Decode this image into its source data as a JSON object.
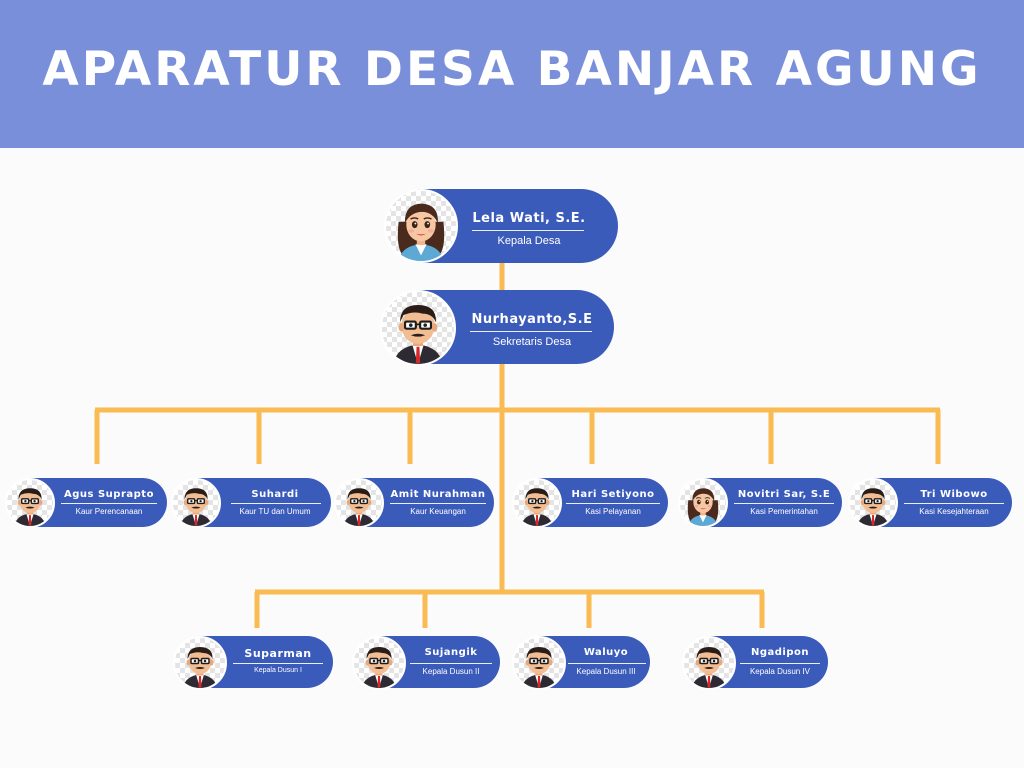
{
  "header": {
    "title": "APARATUR DESA BANJAR AGUNG"
  },
  "colors": {
    "header_bg": "#7a8fda",
    "pill": "#3b5bbb",
    "connector": "#f9bb52"
  },
  "people": {
    "kepala": {
      "name": "Lela Wati, S.E.",
      "role": "Kepala Desa",
      "avatar": "female-avatar-icon"
    },
    "sekretaris": {
      "name": "Nurhayanto,S.E",
      "role": "Sekretaris Desa",
      "avatar": "male-avatar-icon"
    },
    "staff": [
      {
        "name": "Agus Suprapto",
        "role": "Kaur Perencanaan",
        "avatar": "male-avatar-icon"
      },
      {
        "name": "Suhardi",
        "role": "Kaur TU dan Umum",
        "avatar": "male-avatar-icon"
      },
      {
        "name": "Amit Nurahman",
        "role": "Kaur Keuangan",
        "avatar": "male-avatar-icon"
      },
      {
        "name": "Hari Setiyono",
        "role": "Kasi Pelayanan",
        "avatar": "male-avatar-icon"
      },
      {
        "name": "Novitri Sar, S.E",
        "role": "Kasi Pemerintahan",
        "avatar": "female-avatar-icon"
      },
      {
        "name": "Tri Wibowo",
        "role": "Kasi Kesejahteraan",
        "avatar": "male-avatar-icon"
      }
    ],
    "dusun": [
      {
        "name": "Suparman",
        "role": "Kepala Dusun I",
        "avatar": "male-avatar-icon"
      },
      {
        "name": "Sujangik",
        "role": "Kepala Dusun II",
        "avatar": "male-avatar-icon"
      },
      {
        "name": "Waluyo",
        "role": "Kepala Dusun III",
        "avatar": "male-avatar-icon"
      },
      {
        "name": "Ngadipon",
        "role": "Kepala Dusun IV",
        "avatar": "male-avatar-icon"
      }
    ]
  }
}
